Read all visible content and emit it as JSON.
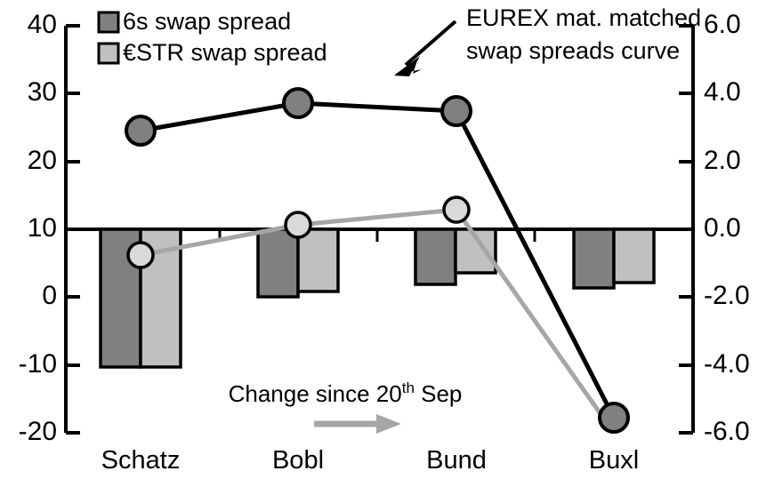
{
  "chart_data": {
    "type": "bar",
    "title": "",
    "subtitle": "",
    "categories": [
      "Schatz",
      "Bobl",
      "Bund",
      "Buxl"
    ],
    "xlabel": "",
    "ylabel": "",
    "left_axis": {
      "ticks": [
        "40",
        "30",
        "20",
        "10",
        "0",
        "-10",
        "-20"
      ],
      "tick_values": [
        40,
        30,
        20,
        10,
        0,
        -10,
        -20
      ],
      "ylim": [
        -20,
        40
      ],
      "applies_to": "EUREX mat. matched swap spreads curve"
    },
    "right_axis": {
      "ticks": [
        "6.0",
        "4.0",
        "2.0",
        "0.0",
        "-2.0",
        "-4.0",
        "-6.0"
      ],
      "tick_values": [
        6.0,
        4.0,
        2.0,
        0.0,
        -2.0,
        -4.0,
        -6.0
      ],
      "ylim": [
        -6.0,
        6.0
      ],
      "applies_to": "swap spread change bars"
    },
    "grid": false,
    "zero_line_value": 0.0,
    "series": [
      {
        "name": "6s swap spread",
        "kind": "bar",
        "axis": "right",
        "color": "#808080",
        "values": [
          -4.05,
          -1.98,
          -1.62,
          -1.72
        ]
      },
      {
        "name": "€STR swap spread",
        "kind": "bar",
        "axis": "right",
        "color": "#c0c0c0",
        "values": [
          -4.05,
          -1.83,
          -1.28,
          -1.58
        ]
      },
      {
        "name": "EUREX mat. matched swap spreads curve (current)",
        "kind": "line",
        "axis": "left",
        "color": "#000000",
        "marker_fill": "#808080",
        "values": [
          24.5,
          27.9,
          27.3,
          -18.0
        ]
      },
      {
        "name": "EUREX mat. matched swap spreads curve (20th Sep)",
        "kind": "line",
        "axis": "left",
        "color": "#a6a6a6",
        "marker_fill": "#d9d9d9",
        "values": [
          6.1,
          10.5,
          12.7,
          -20.0
        ]
      }
    ],
    "legend": {
      "position": "top-left",
      "entries": [
        {
          "label": "6s swap spread",
          "color": "#808080"
        },
        {
          "label": "€STR swap spread",
          "color": "#c0c0c0"
        }
      ]
    },
    "annotations": [
      {
        "id": "curve-callout",
        "line1": "EUREX mat. matched",
        "line2": "swap spreads curve",
        "arrow": "down-left-arrow",
        "color": "#000000"
      },
      {
        "id": "change-note",
        "text_before": "Change since 20",
        "superscript": "th",
        "text_after": " Sep",
        "arrow": "right-arrow",
        "arrow_color": "#a6a6a6"
      }
    ]
  },
  "axes": {
    "left_ticks": [
      "40",
      "30",
      "20",
      "10",
      "0",
      "-10",
      "-20"
    ],
    "right_ticks": [
      "6.0",
      "4.0",
      "2.0",
      "0.0",
      "-2.0",
      "-4.0",
      "-6.0"
    ],
    "categories": [
      "Schatz",
      "Bobl",
      "Bund",
      "Buxl"
    ]
  },
  "legend": {
    "entry1": "6s swap spread",
    "entry2": "€STR swap spread"
  },
  "annotation": {
    "callout_line1": "EUREX mat. matched",
    "callout_line2": "swap spreads curve",
    "note_before": "Change since 20",
    "note_sup": "th",
    "note_after": " Sep"
  },
  "colors": {
    "bar_dark": "#808080",
    "bar_light": "#c0c0c0",
    "line_dark": "#000000",
    "line_light": "#a6a6a6",
    "marker_dark_fill": "#808080",
    "marker_light_fill": "#d9d9d9",
    "axis": "#000000",
    "background": "#ffffff"
  }
}
